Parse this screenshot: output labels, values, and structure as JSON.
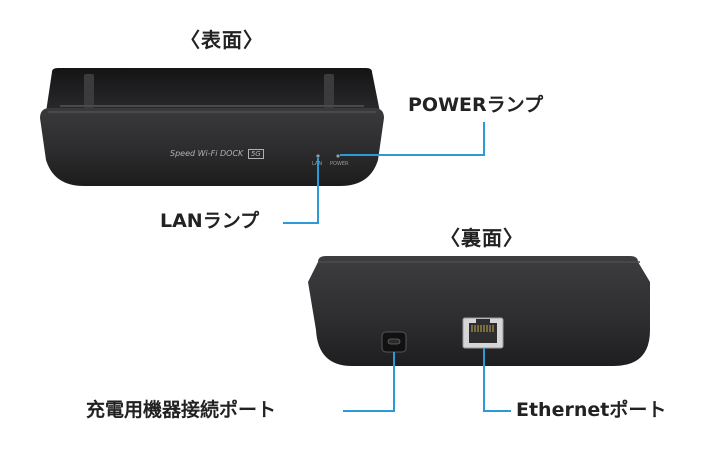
{
  "front": {
    "heading": "〈表面〉",
    "brand_text": "Speed Wi-Fi DOCK",
    "brand_badge": "5G",
    "lan_small": "LAN",
    "power_small": "POWER"
  },
  "back": {
    "heading": "〈裏面〉"
  },
  "callouts": {
    "power_lamp": "POWERランプ",
    "lan_lamp": "LANランプ",
    "charging_port": "充電用機器接続ポート",
    "ethernet_port": "Ethernetポート"
  },
  "colors": {
    "leader_line": "#2a9bd8",
    "device_body": "#2f2f31",
    "text": "#222222"
  }
}
